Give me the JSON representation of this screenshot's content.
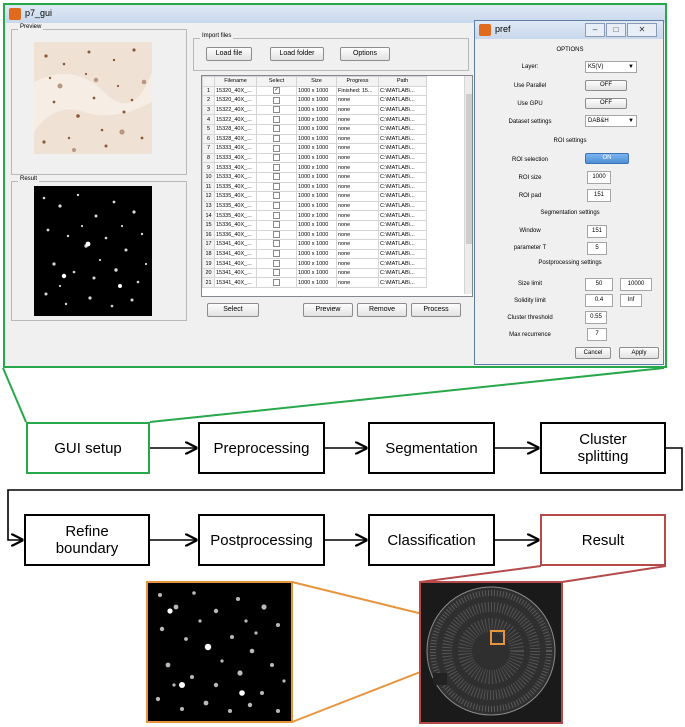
{
  "main_window": {
    "title": "p7_gui",
    "preview_label": "Preview",
    "result_label": "Result",
    "import_label": "Import files",
    "buttons": {
      "load_file": "Load file",
      "load_folder": "Load folder",
      "options": "Options",
      "select": "Select",
      "preview": "Preview",
      "remove": "Remove",
      "process": "Process"
    },
    "table": {
      "headers": [
        "Filename",
        "Select",
        "Size",
        "Progress",
        "Path"
      ],
      "rows": [
        {
          "n": "1",
          "file": "15320_40X_...",
          "checked": true,
          "size": "1000 x 1000",
          "progress": "Finished: 15...",
          "path": "C:\\MATLAB\\..."
        },
        {
          "n": "2",
          "file": "15320_40X_...",
          "checked": false,
          "size": "1000 x 1000",
          "progress": "none",
          "path": "C:\\MATLAB\\..."
        },
        {
          "n": "3",
          "file": "15322_40X_...",
          "checked": false,
          "size": "1000 x 1000",
          "progress": "none",
          "path": "C:\\MATLAB\\..."
        },
        {
          "n": "4",
          "file": "15322_40X_...",
          "checked": false,
          "size": "1000 x 1000",
          "progress": "none",
          "path": "C:\\MATLAB\\..."
        },
        {
          "n": "5",
          "file": "15328_40X_...",
          "checked": false,
          "size": "1000 x 1000",
          "progress": "none",
          "path": "C:\\MATLAB\\..."
        },
        {
          "n": "6",
          "file": "15328_40X_...",
          "checked": false,
          "size": "1000 x 1000",
          "progress": "none",
          "path": "C:\\MATLAB\\..."
        },
        {
          "n": "7",
          "file": "15333_40X_...",
          "checked": false,
          "size": "1000 x 1000",
          "progress": "none",
          "path": "C:\\MATLAB\\..."
        },
        {
          "n": "8",
          "file": "15333_40X_...",
          "checked": false,
          "size": "1000 x 1000",
          "progress": "none",
          "path": "C:\\MATLAB\\..."
        },
        {
          "n": "9",
          "file": "15333_40X_...",
          "checked": false,
          "size": "1000 x 1000",
          "progress": "none",
          "path": "C:\\MATLAB\\..."
        },
        {
          "n": "10",
          "file": "15333_40X_...",
          "checked": false,
          "size": "1000 x 1000",
          "progress": "none",
          "path": "C:\\MATLAB\\..."
        },
        {
          "n": "11",
          "file": "15335_40X_...",
          "checked": false,
          "size": "1000 x 1000",
          "progress": "none",
          "path": "C:\\MATLAB\\..."
        },
        {
          "n": "12",
          "file": "15335_40X_...",
          "checked": false,
          "size": "1000 x 1000",
          "progress": "none",
          "path": "C:\\MATLAB\\..."
        },
        {
          "n": "13",
          "file": "15335_40X_...",
          "checked": false,
          "size": "1000 x 1000",
          "progress": "none",
          "path": "C:\\MATLAB\\..."
        },
        {
          "n": "14",
          "file": "15335_40X_...",
          "checked": false,
          "size": "1000 x 1000",
          "progress": "none",
          "path": "C:\\MATLAB\\..."
        },
        {
          "n": "15",
          "file": "15336_40X_...",
          "checked": false,
          "size": "1000 x 1000",
          "progress": "none",
          "path": "C:\\MATLAB\\..."
        },
        {
          "n": "16",
          "file": "15336_40X_...",
          "checked": false,
          "size": "1000 x 1000",
          "progress": "none",
          "path": "C:\\MATLAB\\..."
        },
        {
          "n": "17",
          "file": "15341_40X_...",
          "checked": false,
          "size": "1000 x 1000",
          "progress": "none",
          "path": "C:\\MATLAB\\..."
        },
        {
          "n": "18",
          "file": "15341_40X_...",
          "checked": false,
          "size": "1000 x 1000",
          "progress": "none",
          "path": "C:\\MATLAB\\..."
        },
        {
          "n": "19",
          "file": "15341_40X_...",
          "checked": false,
          "size": "1000 x 1000",
          "progress": "none",
          "path": "C:\\MATLAB\\..."
        },
        {
          "n": "20",
          "file": "15341_40X_...",
          "checked": false,
          "size": "1000 x 1000",
          "progress": "none",
          "path": "C:\\MATLAB\\..."
        },
        {
          "n": "21",
          "file": "15341_40X_...",
          "checked": false,
          "size": "1000 x 1000",
          "progress": "none",
          "path": "C:\\MATLAB\\..."
        }
      ]
    }
  },
  "pref_window": {
    "title": "pref",
    "options_header": "OPTIONS",
    "layer_label": "Layer:",
    "layer_value": "K5(V)",
    "parallel_label": "Use Parallel",
    "parallel_value": "OFF",
    "gpu_label": "Use GPU",
    "gpu_value": "OFF",
    "dataset_label": "Dataset settings",
    "dataset_value": "DAB&H",
    "roi_header": "ROI settings",
    "roi_selection_label": "ROI selection",
    "roi_selection_value": "ON",
    "roi_size_label": "ROI size",
    "roi_size_value": "1000",
    "roi_pad_label": "ROI pad",
    "roi_pad_value": "151",
    "seg_header": "Segmentation settings",
    "window_label": "Window",
    "window_value": "151",
    "param_label": "parameter T",
    "param_value": "5",
    "post_header": "Postprocessing settings",
    "size_limit_label": "Size limit",
    "size_limit_min": "50",
    "size_limit_max": "10000",
    "solidity_label": "Solidity limit",
    "solidity_min": "0.4",
    "solidity_max": "Inf",
    "cluster_label": "Cluster threshold",
    "cluster_value": "0.55",
    "maxrec_label": "Max recurrence",
    "maxrec_value": "7",
    "cancel": "Cancel",
    "apply": "Apply"
  },
  "flow": {
    "gui_setup": "GUI setup",
    "preprocessing": "Preprocessing",
    "segmentation": "Segmentation",
    "cluster_splitting": "Cluster\nsplitting",
    "refine_boundary": "Refine\nboundary",
    "postprocessing": "Postprocessing",
    "classification": "Classification",
    "result": "Result"
  },
  "colors": {
    "green": "#27a84a",
    "red": "#b54a4a",
    "orange": "#e6953f",
    "pref_highlight": "#5c9be0"
  }
}
